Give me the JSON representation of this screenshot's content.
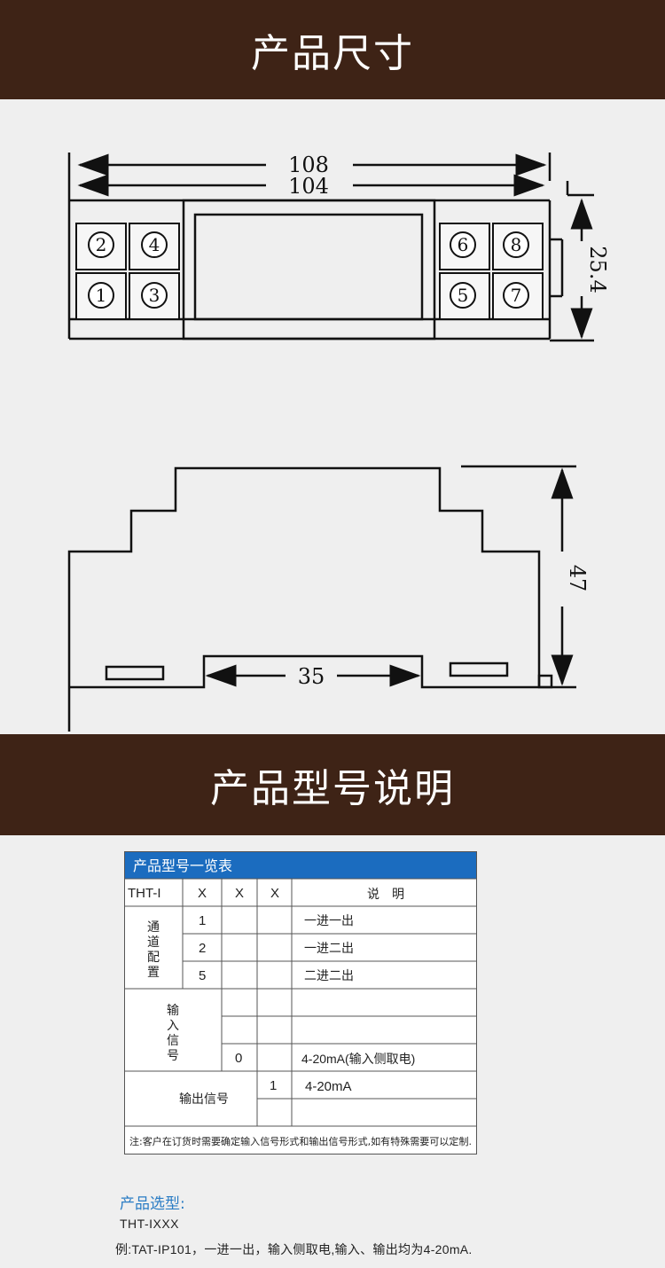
{
  "banners": {
    "dimensions_title": "产品尺寸",
    "model_title": "产品型号说明"
  },
  "drawing": {
    "dim_top_outer": "108",
    "dim_top_inner": "104",
    "dim_height_front": "25.4",
    "dim_height_side": "47",
    "dim_rail": "35",
    "terminals": [
      "2",
      "4",
      "1",
      "3",
      "6",
      "8",
      "5",
      "7"
    ]
  },
  "table": {
    "header": "产品型号一览表",
    "col_model": "THT-I",
    "col_x1": "X",
    "col_x2": "X",
    "col_x3": "X",
    "col_desc": "说　明",
    "channel_label": "通道配置",
    "channel_rows": [
      {
        "code": "1",
        "desc": "一进一出"
      },
      {
        "code": "2",
        "desc": "一进二出"
      },
      {
        "code": "5",
        "desc": "二进二出"
      }
    ],
    "input_label": "输入信号",
    "input_code": "0",
    "input_desc": "4-20mA(输入侧取电)",
    "output_label": "输出信号",
    "output_code": "1",
    "output_desc": "4-20mA",
    "note": "注:客户在订货时需要确定输入信号形式和输出信号形式,如有特殊需要可以定制."
  },
  "selection": {
    "title": "产品选型:",
    "model": "THT-IXXX",
    "example": "例:TAT-IP101，一进一出，输入侧取电,输入、输出均为4-20mA."
  }
}
